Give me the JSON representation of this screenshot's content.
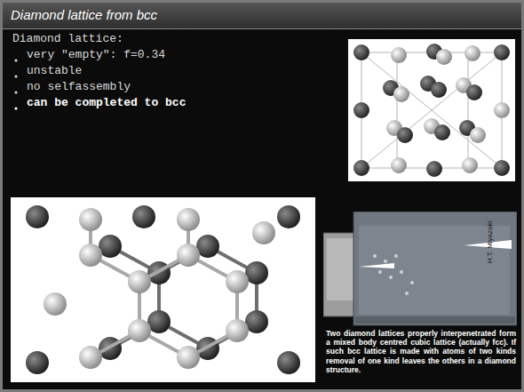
{
  "diagram": {
    "title": "Diamond lattice from bcc",
    "caption": "Two diamond lattices properly interpenetrated form a mixed body centred cubic lattice (actually fcc). If such bcc lattice is made with atoms of two kinds removal of one kind leaves the others in a diamond structure.",
    "labels": [
      "Diamond lattice:",
      "very \"empty\": f=0.34",
      "unstable",
      "no selfassembly",
      "can be completed to bcc",
      "H.T. Miyazaki"
    ]
  }
}
